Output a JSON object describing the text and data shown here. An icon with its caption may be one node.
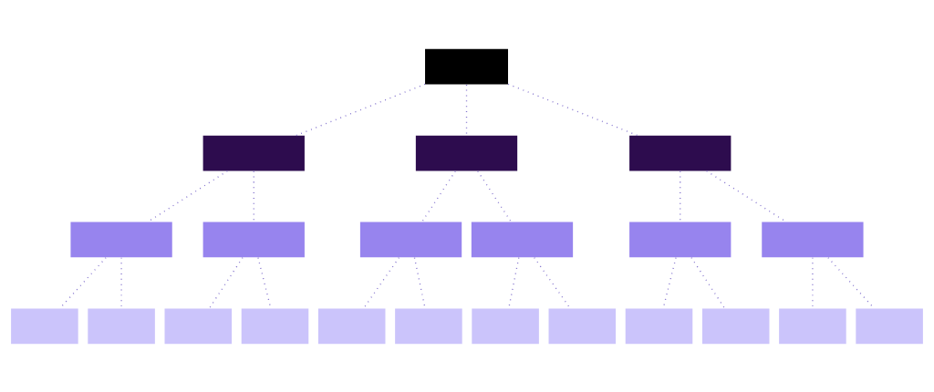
{
  "diagram": {
    "nodes": [
      {
        "text": [],
        "shape": "box"
      },
      {
        "text": [],
        "shape": "box"
      },
      {
        "text": [],
        "shape": "box"
      },
      {
        "text": [],
        "shape": "box"
      },
      {
        "text": [],
        "shape": "box"
      },
      {
        "text": [],
        "shape": "box"
      },
      {
        "text": [],
        "shape": "box"
      },
      {
        "text": [],
        "shape": "box"
      },
      {
        "text": [],
        "shape": "box"
      },
      {
        "text": [],
        "shape": "box"
      },
      {
        "text": [],
        "shape": "box"
      },
      {
        "text": [],
        "shape": "box"
      },
      {
        "text": [],
        "shape": "box"
      },
      {
        "text": [],
        "shape": "box"
      },
      {
        "text": [],
        "shape": "box"
      },
      {
        "text": [],
        "shape": "box"
      },
      {
        "text": [],
        "shape": "box"
      },
      {
        "text": [],
        "shape": "box"
      },
      {
        "text": [],
        "shape": "box"
      },
      {
        "text": [],
        "shape": "box"
      },
      {
        "text": [],
        "shape": "box"
      },
      {
        "text": [],
        "shape": "box"
      }
    ],
    "edges": [
      {
        "from": 0,
        "to": 1,
        "arrow": "none"
      },
      {
        "from": 0,
        "to": 2,
        "arrow": "none"
      },
      {
        "from": 0,
        "to": 3,
        "arrow": "none"
      },
      {
        "from": 1,
        "to": 4,
        "arrow": "none"
      },
      {
        "from": 1,
        "to": 5,
        "arrow": "none"
      },
      {
        "from": 2,
        "to": 6,
        "arrow": "none"
      },
      {
        "from": 2,
        "to": 7,
        "arrow": "none"
      },
      {
        "from": 3,
        "to": 8,
        "arrow": "none"
      },
      {
        "from": 3,
        "to": 9,
        "arrow": "none"
      },
      {
        "from": 4,
        "to": 10,
        "arrow": "none"
      },
      {
        "from": 4,
        "to": 11,
        "arrow": "none"
      },
      {
        "from": 5,
        "to": 12,
        "arrow": "none"
      },
      {
        "from": 5,
        "to": 13,
        "arrow": "none"
      },
      {
        "from": 6,
        "to": 14,
        "arrow": "none"
      },
      {
        "from": 6,
        "to": 15,
        "arrow": "none"
      },
      {
        "from": 7,
        "to": 16,
        "arrow": "none"
      },
      {
        "from": 7,
        "to": 17,
        "arrow": "none"
      },
      {
        "from": 8,
        "to": 18,
        "arrow": "none"
      },
      {
        "from": 8,
        "to": 19,
        "arrow": "none"
      },
      {
        "from": 9,
        "to": 20,
        "arrow": "none"
      },
      {
        "from": 9,
        "to": 21,
        "arrow": "none"
      }
    ]
  }
}
